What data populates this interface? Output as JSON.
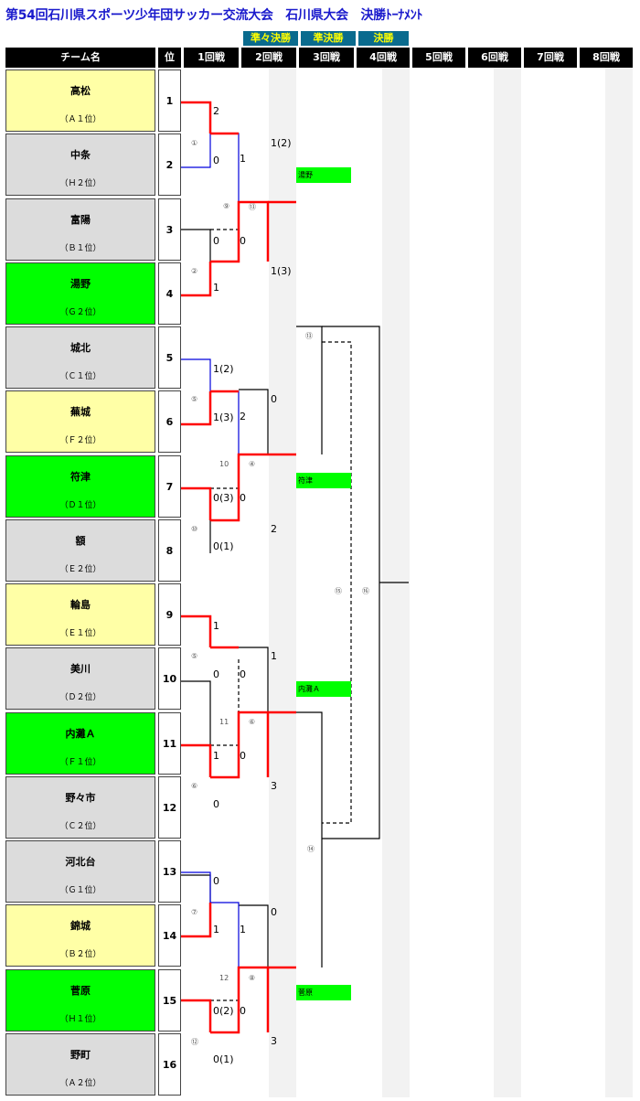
{
  "title": "第54回石川県スポーツ少年団サッカー交流大会　石川県大会　決勝ﾄｰﾅﾒﾝﾄ",
  "round_labels": {
    "qf": "準々決勝",
    "sf": "準決勝",
    "f": "決勝"
  },
  "headers": {
    "team": "チーム名",
    "seed": "位",
    "r1": "1回戦",
    "r2": "2回戦",
    "r3": "3回戦",
    "r4": "4回戦",
    "r5": "5回戦",
    "r6": "6回戦",
    "r7": "7回戦",
    "r8": "8回戦"
  },
  "colors": {
    "yellow": "#ffffa6",
    "gray": "#dcdcdc",
    "green": "#00ff00",
    "winner_line": "#ff0000",
    "played_line": "#0000dd"
  },
  "teams": [
    {
      "name": "高松",
      "seed": "（Ａ１位）",
      "num": "1",
      "bg": "yellow"
    },
    {
      "name": "中条",
      "seed": "（Ｈ２位）",
      "num": "2",
      "bg": "gray"
    },
    {
      "name": "富陽",
      "seed": "（Ｂ１位）",
      "num": "3",
      "bg": "gray"
    },
    {
      "name": "湯野",
      "seed": "（Ｇ２位）",
      "num": "4",
      "bg": "green"
    },
    {
      "name": "城北",
      "seed": "（Ｃ１位）",
      "num": "5",
      "bg": "gray"
    },
    {
      "name": "蕪城",
      "seed": "（Ｆ２位）",
      "num": "6",
      "bg": "yellow"
    },
    {
      "name": "符津",
      "seed": "（Ｄ１位）",
      "num": "7",
      "bg": "green"
    },
    {
      "name": "額",
      "seed": "（Ｅ２位）",
      "num": "8",
      "bg": "gray"
    },
    {
      "name": "輪島",
      "seed": "（Ｅ１位）",
      "num": "9",
      "bg": "yellow"
    },
    {
      "name": "美川",
      "seed": "（Ｄ２位）",
      "num": "10",
      "bg": "gray"
    },
    {
      "name": "内灘Ａ",
      "seed": "（Ｆ１位）",
      "num": "11",
      "bg": "green"
    },
    {
      "name": "野々市",
      "seed": "（Ｃ２位）",
      "num": "12",
      "bg": "gray"
    },
    {
      "name": "河北台",
      "seed": "（Ｇ１位）",
      "num": "13",
      "bg": "gray"
    },
    {
      "name": "錦城",
      "seed": "（Ｂ２位）",
      "num": "14",
      "bg": "yellow"
    },
    {
      "name": "菅原",
      "seed": "（Ｈ１位）",
      "num": "15",
      "bg": "green"
    },
    {
      "name": "野町",
      "seed": "（Ａ２位）",
      "num": "16",
      "bg": "gray"
    }
  ],
  "scores": {
    "r1": [
      "2",
      "0",
      "0",
      "1",
      "1(2)",
      "1(3)",
      "0(3)",
      "0(1)",
      "1",
      "0",
      "1",
      "0",
      "0",
      "1",
      "0(2)",
      "0(1)"
    ],
    "r2": [
      "1(2)",
      "1",
      "0",
      "1(3)",
      "0",
      "2",
      "0",
      "2",
      "1",
      "0",
      "0",
      "3",
      "0",
      "1",
      "0",
      "3"
    ]
  },
  "match_nums": [
    "①",
    "⑨",
    "②",
    "⑬",
    "⑤",
    "10",
    "⑩",
    "④",
    "⑤",
    "11",
    "⑥",
    "⑥",
    "⑦",
    "12",
    "⑫",
    "⑧",
    "⑬",
    "⑭",
    "⑮",
    "⑯"
  ],
  "winners": [
    "湯野",
    "符津",
    "内灘Ａ",
    "菅原"
  ]
}
